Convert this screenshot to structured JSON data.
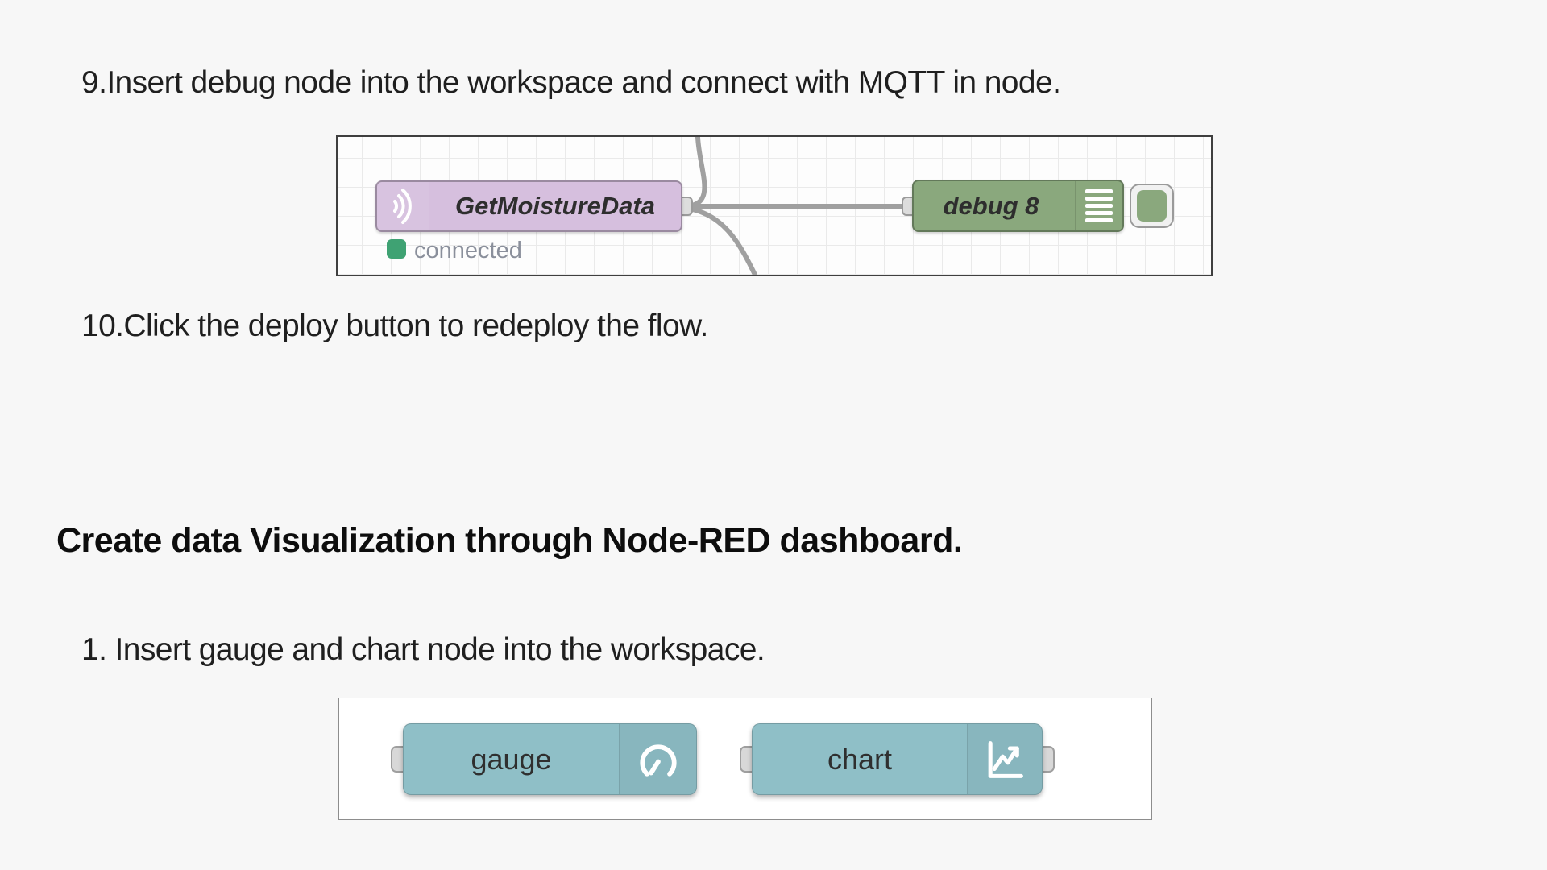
{
  "document": {
    "background_color": "#f7f7f7",
    "steps_before": [
      {
        "label": "9.Insert debug node into the workspace and connect with MQTT in node."
      },
      {
        "label": "10.Click the deploy button to redeploy the flow."
      }
    ],
    "heading": "Create data Visualization through Node-RED dashboard.",
    "steps_after": [
      {
        "label": "1. Insert gauge and chart node into the workspace."
      }
    ]
  },
  "flow_screenshot": {
    "mqtt_in_node": {
      "label": "GetMoistureData",
      "color": "#d6bfde",
      "icon": "radio-waves-icon",
      "status": {
        "text": "connected",
        "color": "#3fa273"
      }
    },
    "debug_node": {
      "label": "debug 8",
      "color": "#8aa87d",
      "icon": "list-icon",
      "toggle_color": "#8aa87d"
    },
    "wire_color": "#a0a0a0"
  },
  "palette_screenshot": {
    "gauge_node": {
      "label": "gauge",
      "color": "#8fbfc7",
      "icon": "gauge-icon"
    },
    "chart_node": {
      "label": "chart",
      "color": "#8fbfc7",
      "icon": "chart-icon"
    }
  }
}
